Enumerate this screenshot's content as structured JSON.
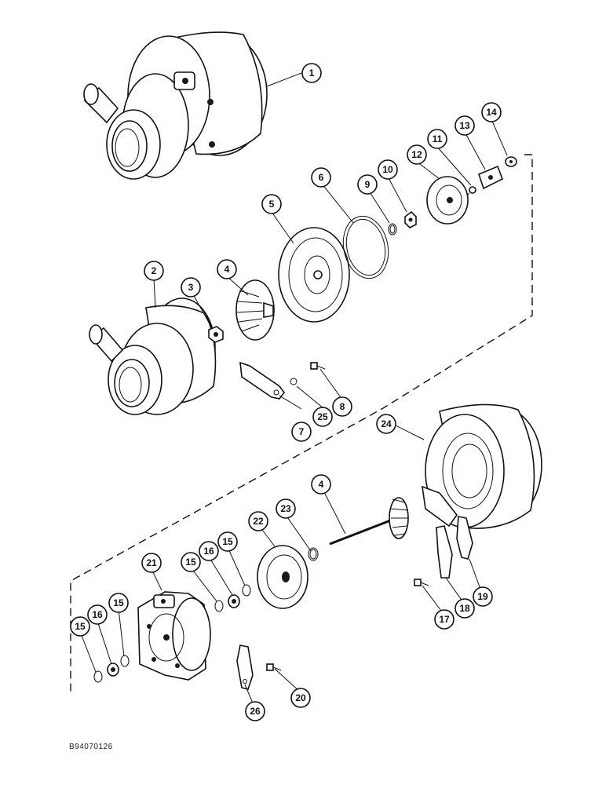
{
  "drawing_code": "B94070126",
  "callouts": [
    {
      "id": "c1",
      "label": "1"
    },
    {
      "id": "c2",
      "label": "2"
    },
    {
      "id": "c3",
      "label": "3"
    },
    {
      "id": "c4a",
      "label": "4"
    },
    {
      "id": "c4b",
      "label": "4"
    },
    {
      "id": "c5",
      "label": "5"
    },
    {
      "id": "c6",
      "label": "6"
    },
    {
      "id": "c7",
      "label": "7"
    },
    {
      "id": "c8",
      "label": "8"
    },
    {
      "id": "c9",
      "label": "9"
    },
    {
      "id": "c10",
      "label": "10"
    },
    {
      "id": "c11",
      "label": "11"
    },
    {
      "id": "c12",
      "label": "12"
    },
    {
      "id": "c13",
      "label": "13"
    },
    {
      "id": "c14",
      "label": "14"
    },
    {
      "id": "c15a",
      "label": "15"
    },
    {
      "id": "c15b",
      "label": "15"
    },
    {
      "id": "c15c",
      "label": "15"
    },
    {
      "id": "c15d",
      "label": "15"
    },
    {
      "id": "c16a",
      "label": "16"
    },
    {
      "id": "c16b",
      "label": "16"
    },
    {
      "id": "c17",
      "label": "17"
    },
    {
      "id": "c18",
      "label": "18"
    },
    {
      "id": "c19",
      "label": "19"
    },
    {
      "id": "c20",
      "label": "20"
    },
    {
      "id": "c21",
      "label": "21"
    },
    {
      "id": "c22",
      "label": "22"
    },
    {
      "id": "c23",
      "label": "23"
    },
    {
      "id": "c24",
      "label": "24"
    },
    {
      "id": "c25",
      "label": "25"
    },
    {
      "id": "c26",
      "label": "26"
    }
  ]
}
